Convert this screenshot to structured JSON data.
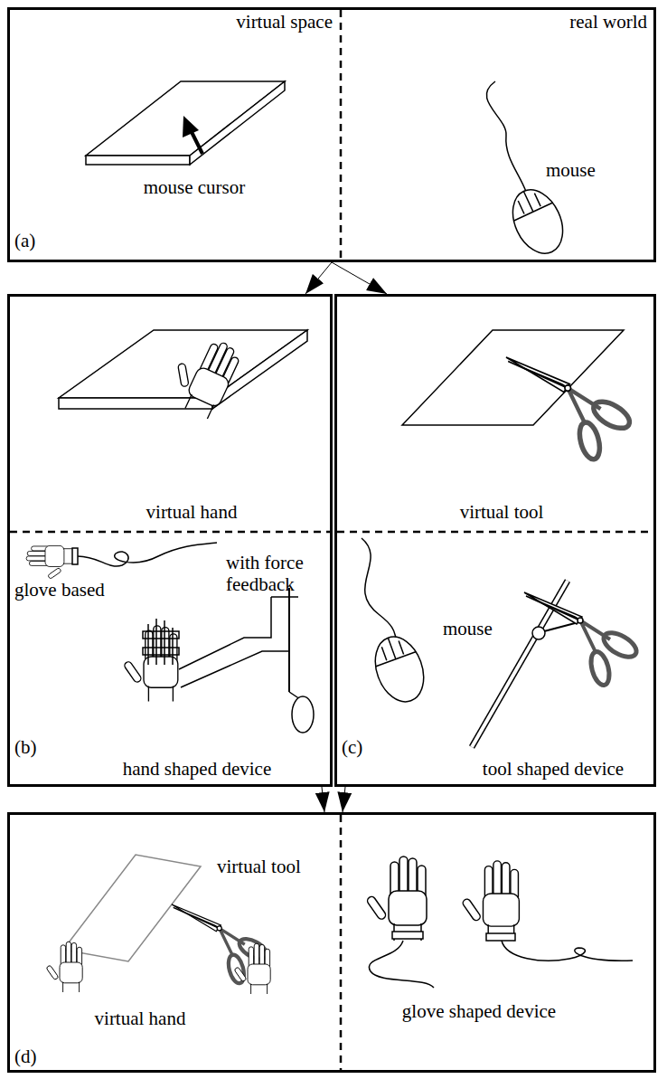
{
  "diagram": {
    "nodes": [
      {
        "text": [
          "virtual space",
          "real world",
          "mouse cursor",
          "mouse",
          "(a)"
        ]
      },
      {
        "text": [
          "virtual hand",
          "glove based",
          "with force feedback",
          "hand shaped device",
          "(b)"
        ]
      },
      {
        "text": [
          "virtual tool",
          "mouse",
          "tool shaped device",
          "(c)"
        ]
      },
      {
        "text": [
          "virtual tool",
          "virtual hand",
          "glove shaped device",
          "(d)"
        ]
      }
    ],
    "edges": [
      {
        "from": 0,
        "to": 1,
        "arrow": "to"
      },
      {
        "from": 0,
        "to": 2,
        "arrow": "to"
      },
      {
        "from": 1,
        "to": 3,
        "arrow": "to"
      },
      {
        "from": 2,
        "to": 3,
        "arrow": "to"
      }
    ]
  }
}
